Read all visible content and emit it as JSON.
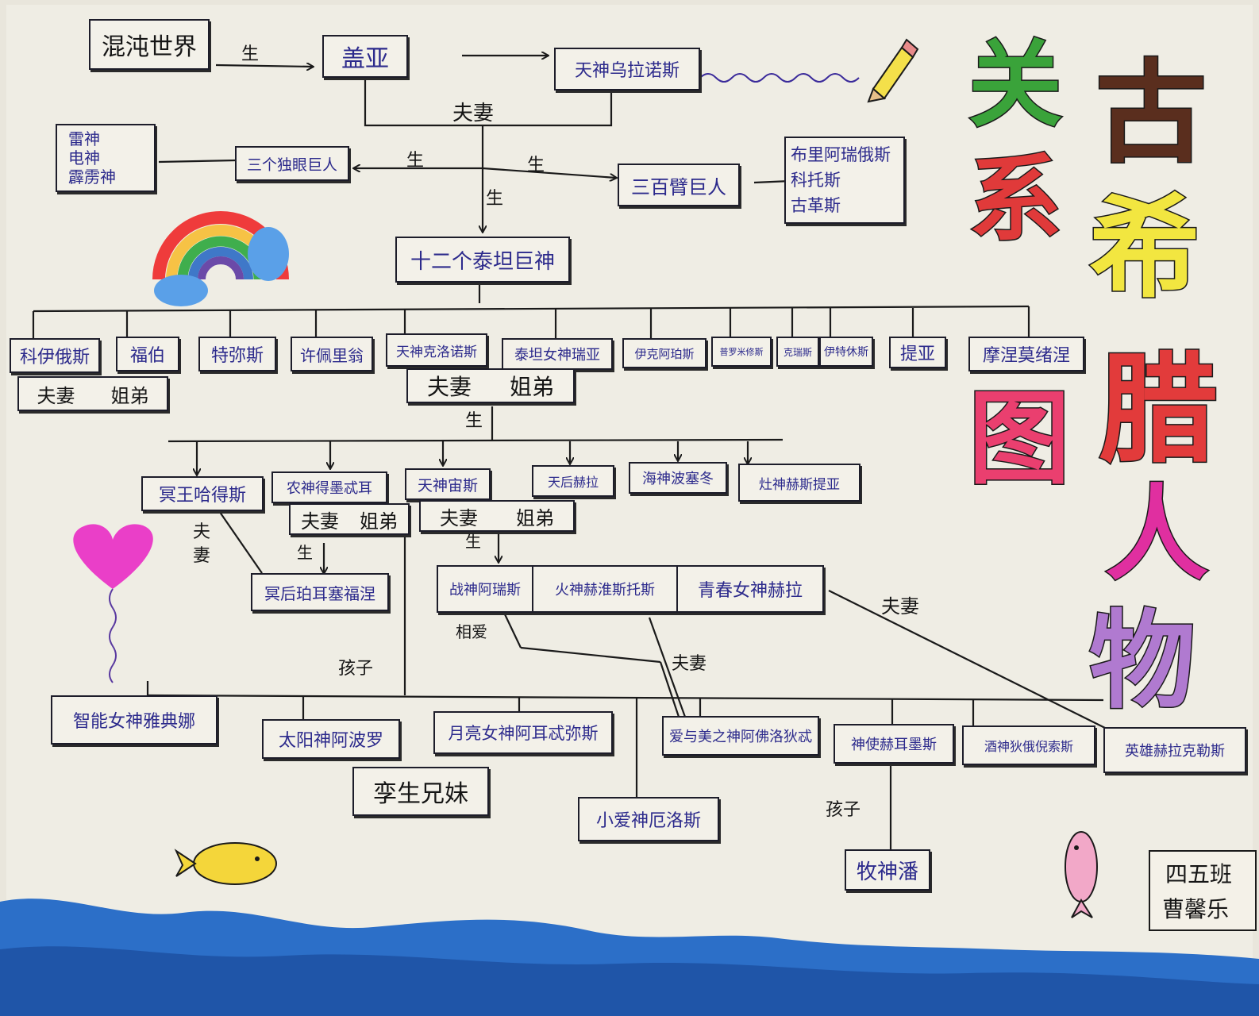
{
  "title": {
    "col1": [
      "关",
      "系",
      "图"
    ],
    "col2": [
      "古",
      "希",
      "腊",
      "人",
      "物"
    ],
    "colors": {
      "guan": "#3aa33a",
      "xi_red": "#e03a3a",
      "tu": "#ea3f6f",
      "gu": "#5a2e1e",
      "xi_yellow": "#f2e640",
      "la": "#e23b3b",
      "ren": "#e02fa0",
      "wu": "#b07ad0"
    }
  },
  "signature": {
    "class_name": "四五班",
    "author": "曹馨乐"
  },
  "people": {
    "chaos": "混沌世界",
    "gaia": "盖亚",
    "uranus": "天神乌拉诺斯",
    "thunder_gods": [
      "雷神",
      "电神",
      "霹雳神"
    ],
    "cyclopes": "三个独眼巨人",
    "hundred_handed": "三百臂巨人",
    "hundred_handed_names": [
      "布里阿瑞俄斯",
      "科托斯",
      "古革斯"
    ],
    "titans": "十二个泰坦巨神",
    "titan_list": [
      "科伊俄斯",
      "福伯",
      "特弥斯",
      "许佩里翁",
      "天神克洛诺斯",
      "泰坦女神瑞亚",
      "伊克阿珀斯",
      "普罗米修斯",
      "克瑞斯",
      "伊特休斯",
      "提亚",
      "摩涅莫绪涅"
    ],
    "olympians_gen1": [
      "冥王哈得斯",
      "农神得墨忒耳",
      "天神宙斯",
      "天后赫拉",
      "海神波塞冬",
      "灶神赫斯提亚"
    ],
    "persephone": "冥后珀耳塞福涅",
    "hera_children": [
      "战神阿瑞斯",
      "火神赫淮斯托斯",
      "青春女神赫拉"
    ],
    "zeus_children": [
      "智能女神雅典娜",
      "太阳神阿波罗",
      "月亮女神阿耳忒弥斯",
      "爱与美之神阿佛洛狄忒",
      "神使赫耳墨斯",
      "酒神狄俄倪索斯",
      "英雄赫拉克勒斯"
    ],
    "eros": "小爱神厄洛斯",
    "pan": "牧神潘"
  },
  "relations": {
    "born": "生",
    "couple": "夫妻",
    "siblings": "姐弟",
    "twins": "孪生兄妹",
    "lovers": "相爱",
    "child": "孩子"
  },
  "decor_icons": [
    "pencil-icon",
    "rainbow-icon",
    "heart-balloon-icon",
    "yellow-fish-icon",
    "pink-fish-icon",
    "sea-waves"
  ]
}
